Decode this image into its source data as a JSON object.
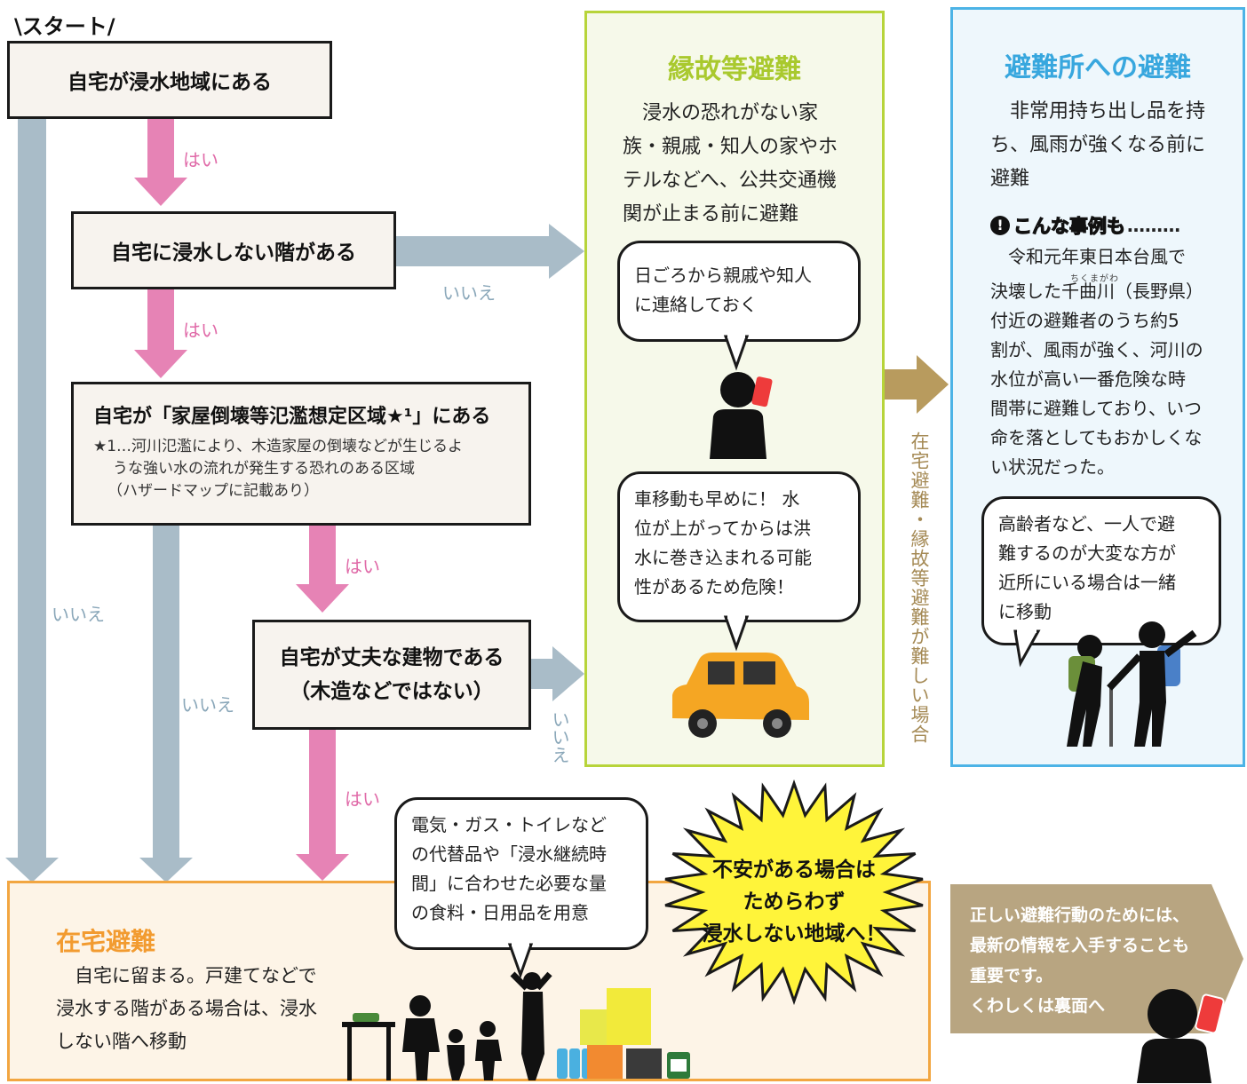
{
  "start_label": "\\スタート/",
  "q1": "自宅が浸水地域にある",
  "q2": "自宅に浸水しない階がある",
  "q3": "自宅が「家屋倒壊等氾濫想定区域★¹」にある",
  "q3_note_lines": [
    "★1…河川氾濫により、木造家屋の倒壊などが生じるよ",
    "うな強い水の流れが発生する恐れのある区域",
    "（ハザードマップに記載あり）"
  ],
  "q4_lines": [
    "自宅が丈夫な建物である",
    "（木造などではない）"
  ],
  "yes": "はい",
  "no": "いいえ",
  "no_vertical": "いいえ",
  "kinship": {
    "title": "縁故等避難",
    "body_lines": [
      "　浸水の恐れがない家",
      "族・親戚・知人の家やホ",
      "テルなどへ、公共交通機",
      "関が止まる前に避難"
    ],
    "bubble1_lines": [
      "日ごろから親戚や知人",
      "に連絡しておく"
    ],
    "bubble2_lines": [
      "車移動も早めに！ 水",
      "位が上がってからは洪",
      "水に巻き込まれる可能",
      "性があるため危険！"
    ]
  },
  "difficult_label": "在宅避難・縁故等避難が難しい場合",
  "shelter": {
    "title": "避難所への避難",
    "body_lines": [
      "　非常用持ち出し品を持",
      "ち、風雨が強くなる前に",
      "避難"
    ],
    "case_title": "こんな事例も",
    "case_dots": "………",
    "ruby": "ちくまがわ",
    "case_lines": [
      "　令和元年東日本台風で",
      "決壊した千曲川（長野県）",
      "付近の避難者のうち約5",
      "割が、風雨が強く、河川の",
      "水位が高い一番危険な時",
      "間帯に避難しており、いつ",
      "命を落としてもおかしくな",
      "い状況だった。"
    ],
    "bubble_lines": [
      "高齢者など、一人で避",
      "難するのが大変な方が",
      "近所にいる場合は一緒",
      "に移動"
    ]
  },
  "home": {
    "title": "在宅避難",
    "body_lines": [
      "　自宅に留まる。戸建てなどで",
      "浸水する階がある場合は、浸水",
      "しない階へ移動"
    ],
    "bubble_lines": [
      "電気・ガス・トイレなど",
      "の代替品や「浸水継続時",
      "間」に合わせた必要な量",
      "の食料・日用品を用意"
    ]
  },
  "burst_lines": [
    "不安がある場合は",
    "ためらわず",
    "浸水しない地域へ！"
  ],
  "info_lines": [
    "正しい避難行動のためには、",
    "最新の情報を入手することも",
    "重要です。",
    "くわしくは裏面へ"
  ],
  "colors": {
    "yes_pink": "#e683b5",
    "no_gray": "#a9bcc8",
    "green": "#b7d43a",
    "blue": "#4cb3e6",
    "orange": "#f2a641",
    "gold": "#b89b5e"
  },
  "icons": [
    "phone-person-icon",
    "car-icon",
    "elderly-helper-icon",
    "family-icon",
    "supplies-icon",
    "info-person-icon",
    "alert-icon"
  ]
}
